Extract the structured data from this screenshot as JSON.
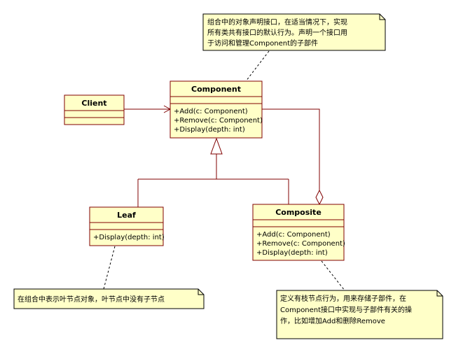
{
  "colors": {
    "class_fill": "#ffffc8",
    "class_border": "#800000",
    "note_fill": "#ffffc8",
    "note_border": "#000000",
    "line": "#800000",
    "dash": "#000000"
  },
  "classes": {
    "client": {
      "name": "Client",
      "operations": []
    },
    "component": {
      "name": "Component",
      "operations": [
        "+Add(c: Component)",
        "+Remove(c: Component)",
        "+Display(depth: int)"
      ]
    },
    "leaf": {
      "name": "Leaf",
      "operations": [
        "+Display(depth: int)"
      ]
    },
    "composite": {
      "name": "Composite",
      "operations": [
        "+Add(c: Component)",
        "+Remove(c: Component)",
        "+Display(depth: int)"
      ]
    }
  },
  "notes": {
    "component_note": [
      "组合中的对象声明接口，在适当情况下，实现",
      "所有类共有接口的默认行为。声明一个接口用",
      "于访问和管理Component的子部件"
    ],
    "leaf_note": [
      "在组合中表示叶节点对象，叶节点中没有子节点"
    ],
    "composite_note": [
      "定义有枝节点行为，用来存储子部件，在",
      "Component接口中实现与子部件有关的操",
      "作，比如增加Add和删除Remove"
    ]
  }
}
